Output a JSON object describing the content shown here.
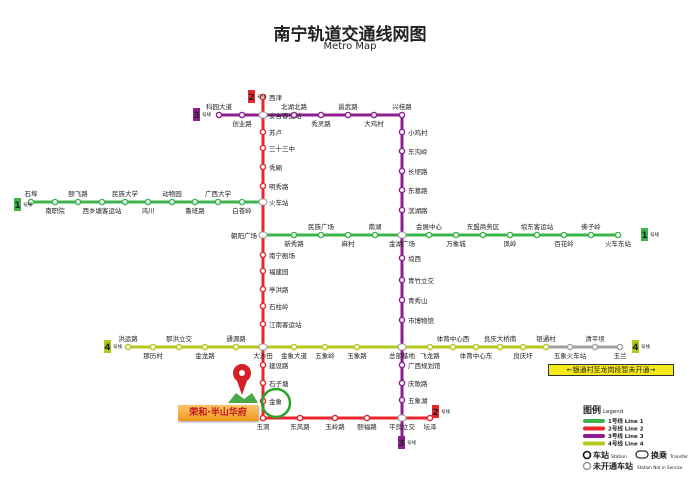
{
  "title": "南宁轨道交通线网图",
  "subtitle": "Metro Map",
  "lines": [
    {
      "id": "1",
      "badge": "1",
      "badge_text": "号线",
      "color": "#3cb44b",
      "legend": "1号线 Line 1",
      "stations": [
        "石埠",
        "南职院",
        "颐飞路",
        "西乡塘客运站",
        "民族大学",
        "鸿川",
        "动物园",
        "鲁班路",
        "广西大学",
        "白苍岭",
        "火车站",
        "朝阳广场",
        "新秀路",
        "民族广场",
        "麻村",
        "南湖",
        "金湖广场",
        "会展中心",
        "万象城",
        "东盟商务区",
        "凤岭",
        "埌东客运站",
        "百花岭",
        "佛子岭",
        "火车东站"
      ]
    },
    {
      "id": "2",
      "badge": "2",
      "badge_text": "号线",
      "color": "#e8262b",
      "legend": "2号线 Line 2",
      "stations": [
        "西津",
        "安吉客运站",
        "苏卢",
        "三十三中",
        "秀厢",
        "明秀路",
        "火车站",
        "朝阳广场",
        "南宁剧场",
        "福建园",
        "亭洪路",
        "石柱岭",
        "江南客运站",
        "大沙田",
        "建设路",
        "石子塘",
        "金象",
        "玉洞",
        "东风路",
        "玉岭路",
        "颐福路",
        "平良立交",
        "坛泽"
      ]
    },
    {
      "id": "3",
      "badge": "3",
      "badge_text": "号线",
      "color": "#8e1f8f",
      "legend": "3号线 Line 3",
      "stations": [
        "科园大道",
        "创业路",
        "安吉客运站",
        "北湖北路",
        "秀灵路",
        "邕武路",
        "大鸡村",
        "兴桂路",
        "小鸡村",
        "东沟岭",
        "长堽路",
        "东葛路",
        "滨湖路",
        "金湖广场",
        "埌西",
        "青竹立交",
        "青秀山",
        "市博物馆",
        "总部基地",
        "广西规划馆",
        "庆歌路",
        "五象湖",
        "平良立交"
      ]
    },
    {
      "id": "4",
      "badge": "4",
      "badge_text": "号线",
      "color": "#b5c81c",
      "legend": "4号线 Line 4",
      "stations": [
        "洪运路",
        "那历村",
        "那洪立交",
        "金龙路",
        "通源路",
        "大沙田",
        "金象大道",
        "五象岭",
        "玉象路",
        "总部基地",
        "飞龙路",
        "体育中心西",
        "体育中心东",
        "良庆大桥南",
        "良庆圩",
        "银通村",
        "五象火车站",
        "清平坝",
        "玉兰"
      ]
    }
  ],
  "notice": "←银通村至龙岗段暂未开通→",
  "pin_label": "荣和·半山华府",
  "legend": {
    "title": "图例",
    "title_en": "Legend",
    "station": "车站",
    "station_en": "Station",
    "transfer": "换乘",
    "transfer_en": "Transfer",
    "not_open": "未开通车站",
    "not_open_en": "Station Not in Service"
  },
  "colors": {
    "disabled": "#a0a0a0",
    "notice_bg": "#f7ea1a",
    "pin": "#d42027",
    "pin_label_bg": "#f6a623",
    "highlight_ring": "#2aa52a"
  }
}
